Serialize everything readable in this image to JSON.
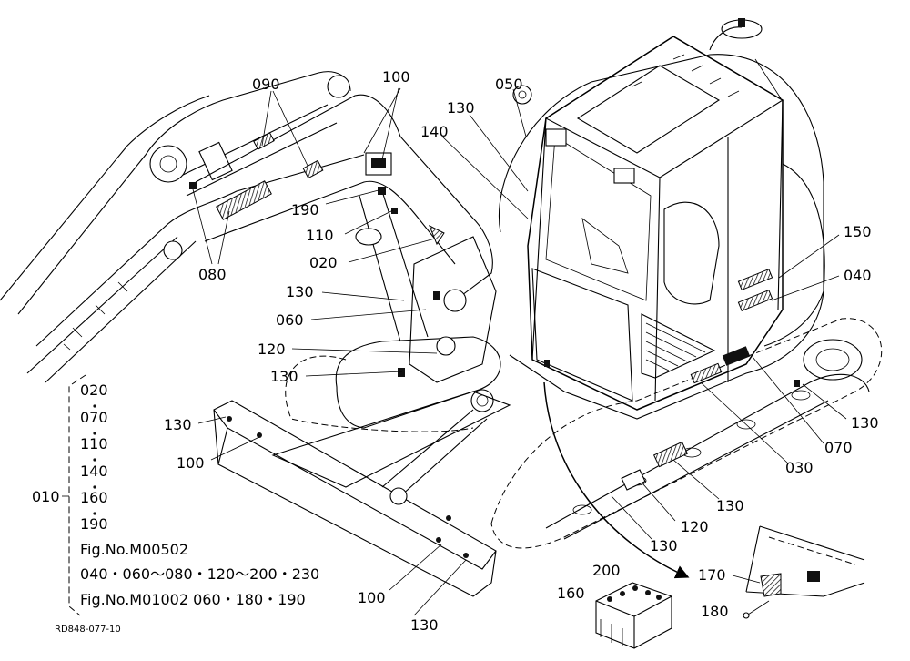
{
  "callouts": [
    {
      "id": "c090",
      "text": "090"
    },
    {
      "id": "c100a",
      "text": "100"
    },
    {
      "id": "c050",
      "text": "050"
    },
    {
      "id": "c130a",
      "text": "130"
    },
    {
      "id": "c140",
      "text": "140"
    },
    {
      "id": "c190",
      "text": "190"
    },
    {
      "id": "c110",
      "text": "110"
    },
    {
      "id": "c080",
      "text": "080"
    },
    {
      "id": "c020",
      "text": "020"
    },
    {
      "id": "c130b",
      "text": "130"
    },
    {
      "id": "c060",
      "text": "060"
    },
    {
      "id": "c120a",
      "text": "120"
    },
    {
      "id": "c130c",
      "text": "130"
    },
    {
      "id": "c150",
      "text": "150"
    },
    {
      "id": "c040",
      "text": "040"
    },
    {
      "id": "c130d",
      "text": "130"
    },
    {
      "id": "c100b",
      "text": "100"
    },
    {
      "id": "c130e",
      "text": "130"
    },
    {
      "id": "c070",
      "text": "070"
    },
    {
      "id": "c030",
      "text": "030"
    },
    {
      "id": "c130f",
      "text": "130"
    },
    {
      "id": "c120b",
      "text": "120"
    },
    {
      "id": "c130g",
      "text": "130"
    },
    {
      "id": "c200",
      "text": "200"
    },
    {
      "id": "c170",
      "text": "170"
    },
    {
      "id": "c160",
      "text": "160"
    },
    {
      "id": "c180",
      "text": "180"
    },
    {
      "id": "c100c",
      "text": "100"
    },
    {
      "id": "c130h",
      "text": "130"
    }
  ],
  "group": {
    "label": "010",
    "items": [
      "020",
      "070",
      "110",
      "140",
      "160",
      "190"
    ],
    "fig1": "Fig.No.M00502",
    "fig1_items": "040・060～080・120～200・230",
    "fig2": "Fig.No.M01002  060・180・190"
  },
  "drawing_ref": "RD848-077-10"
}
